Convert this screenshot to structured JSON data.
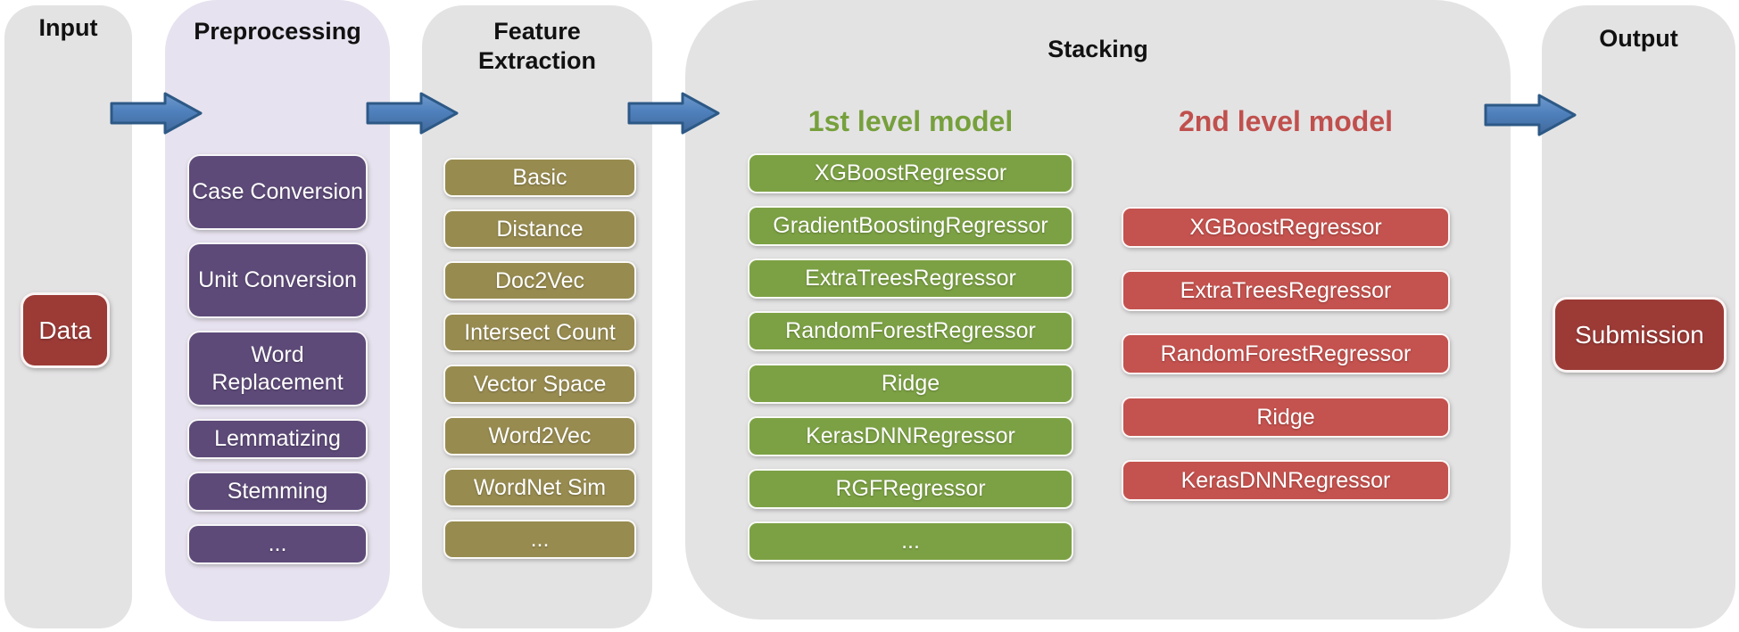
{
  "input": {
    "title": "Input",
    "data_label": "Data"
  },
  "preprocessing": {
    "title": "Preprocessing",
    "steps": [
      "Case Conversion",
      "Unit Conversion",
      "Word Replacement",
      "Lemmatizing",
      "Stemming",
      "..."
    ]
  },
  "feature_extraction": {
    "title": "Feature Extraction",
    "features": [
      "Basic",
      "Distance",
      "Doc2Vec",
      "Intersect Count",
      "Vector Space",
      "Word2Vec",
      "WordNet Sim",
      "..."
    ]
  },
  "stacking": {
    "title": "Stacking",
    "first_level": {
      "title": "1st level model",
      "models": [
        "XGBoostRegressor",
        "GradientBoostingRegressor",
        "ExtraTreesRegressor",
        "RandomForestRegressor",
        "Ridge",
        "KerasDNNRegressor",
        "RGFRegressor",
        "..."
      ]
    },
    "second_level": {
      "title": "2nd level model",
      "models": [
        "XGBoostRegressor",
        "ExtraTreesRegressor",
        "RandomForestRegressor",
        "Ridge",
        "KerasDNNRegressor"
      ]
    }
  },
  "output": {
    "title": "Output",
    "submission_label": "Submission"
  },
  "colors": {
    "panel_gray": "#E4E3E4",
    "panel_lavender": "#E7E2EF",
    "purple": "#5D4A78",
    "olive": "#978B50",
    "green": "#7CA144",
    "green_text": "#76A03C",
    "red": "#C4524E",
    "red_text": "#C0504D",
    "dark_red": "#9C3A36",
    "arrow_fill_top": "#7099CC",
    "arrow_fill_bottom": "#41699B",
    "arrow_border": "#2D5986"
  }
}
